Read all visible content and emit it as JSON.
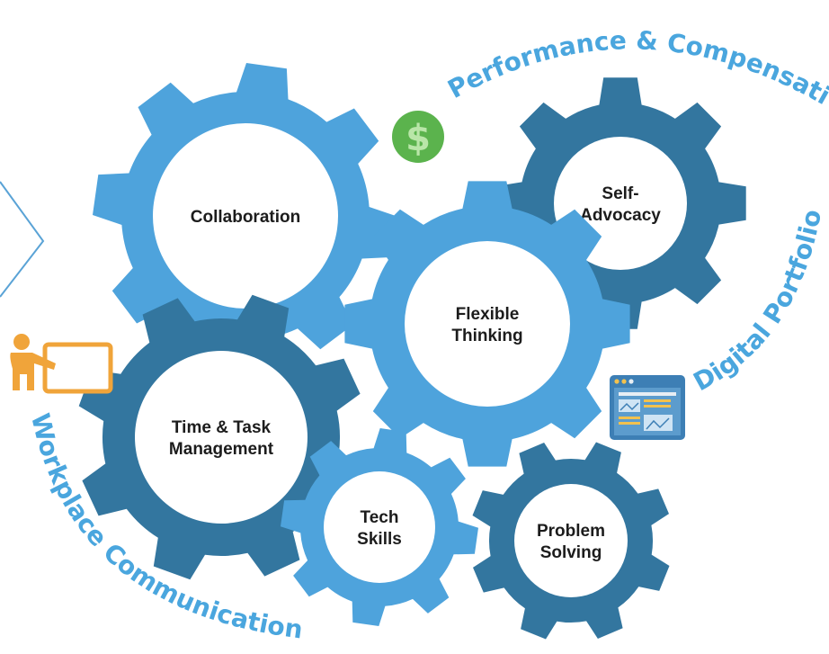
{
  "colors": {
    "gear_light": "#4ea3dc",
    "gear_dark": "#33769f",
    "gear_hole": "#ffffff",
    "arc_text": "#4aa6de",
    "dollar_bg": "#5bb34d",
    "teacher_icon": "#f0a43a",
    "portfolio_icon": "#3d7fb5"
  },
  "arcs": {
    "top": "Performance & Compensation",
    "right": "Digital Portfolio",
    "left": "Workplace Communication"
  },
  "icons": {
    "dollar_symbol": "$",
    "money": "dollar-coin-icon",
    "teacher": "teacher-whiteboard-icon",
    "portfolio": "portfolio-webpage-icon"
  },
  "gears": [
    {
      "id": "collaboration",
      "lines": [
        "Collaboration"
      ],
      "shade": "light"
    },
    {
      "id": "self-advocacy",
      "lines": [
        "Self-",
        "Advocacy"
      ],
      "shade": "dark"
    },
    {
      "id": "flexible-thinking",
      "lines": [
        "Flexible",
        "Thinking"
      ],
      "shade": "light"
    },
    {
      "id": "time-task",
      "lines": [
        "Time & Task",
        "Management"
      ],
      "shade": "dark"
    },
    {
      "id": "tech-skills",
      "lines": [
        "Tech",
        "Skills"
      ],
      "shade": "light"
    },
    {
      "id": "problem-solving",
      "lines": [
        "Problem",
        "Solving"
      ],
      "shade": "dark"
    }
  ]
}
